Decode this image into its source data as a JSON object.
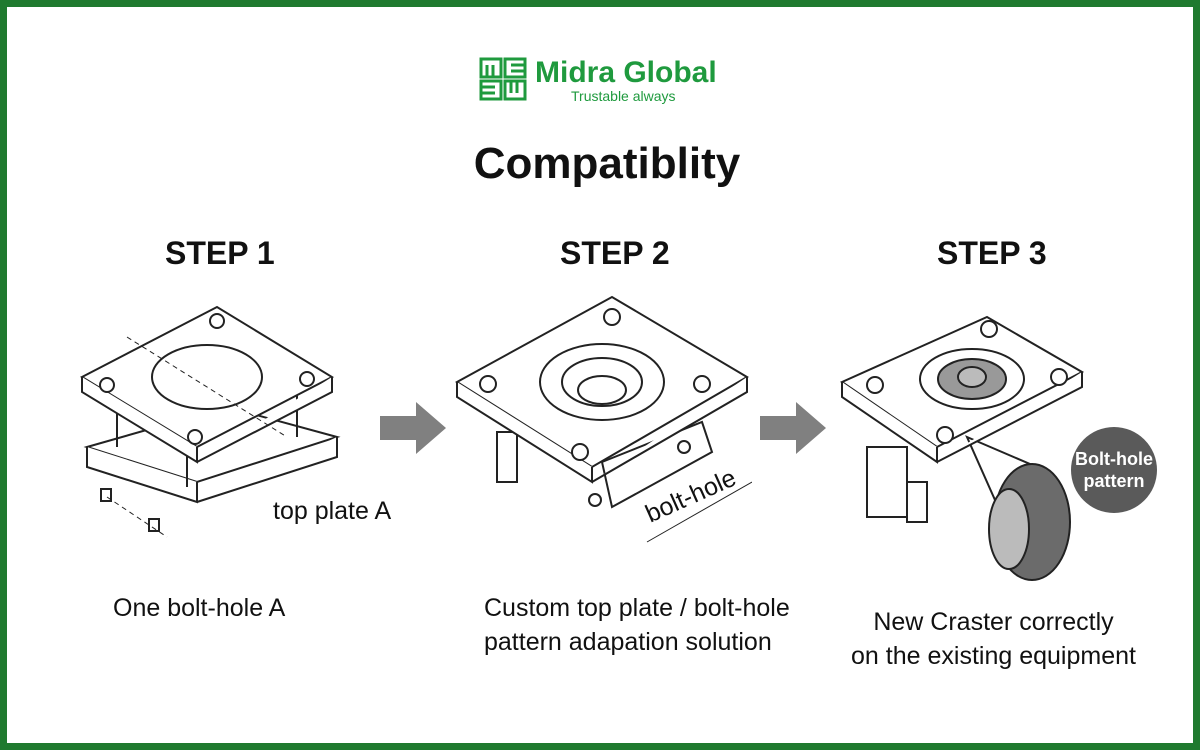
{
  "brand": {
    "name": "Midra Global",
    "tagline": "Trustable always",
    "color": "#1f9a3e"
  },
  "title": "Compatiblity",
  "steps": [
    {
      "label": "STEP 1",
      "caption_lines": [
        "One bolt-hole A"
      ],
      "annotation": "top plate A"
    },
    {
      "label": "STEP 2",
      "caption_lines": [
        "Custom top plate / bolt-hole",
        "pattern adapation solution"
      ],
      "annotation": "bolt-hole"
    },
    {
      "label": "STEP 3",
      "caption_lines": [
        "New Craster correctly",
        "on the existing equipment"
      ],
      "callout_lines": [
        "Bolt-hole",
        "pattern"
      ]
    }
  ]
}
